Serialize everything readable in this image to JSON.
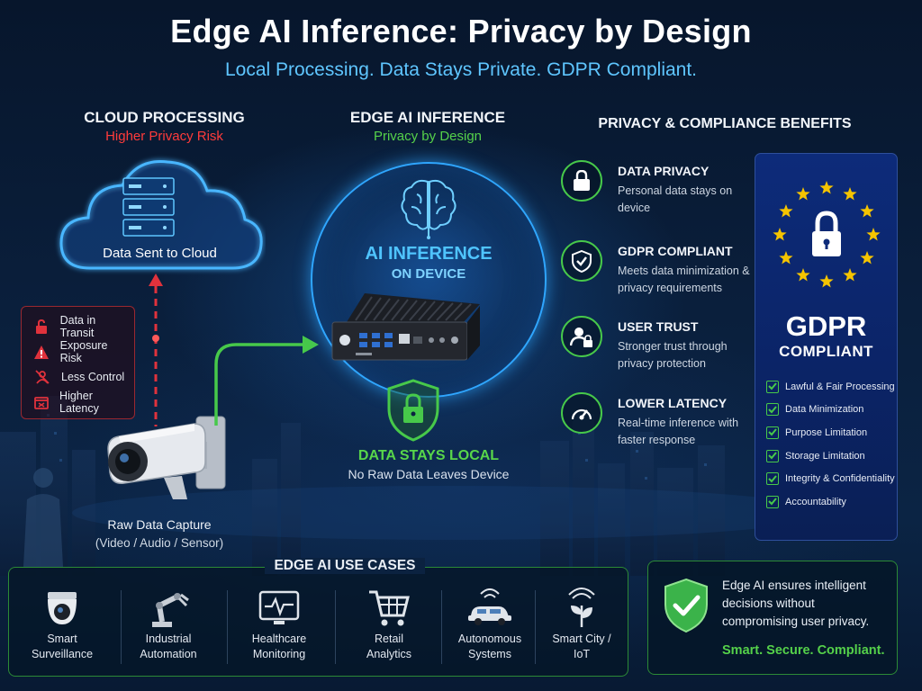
{
  "header": {
    "title": "Edge AI Inference: Privacy by Design",
    "subtitle": "Local Processing. Data Stays Private. GDPR Compliant."
  },
  "cloud": {
    "heading": "CLOUD PROCESSING",
    "subheading": "Higher Privacy Risk",
    "cloud_label": "Data Sent to Cloud",
    "risks": [
      "Data in Transit",
      "Exposure Risk",
      "Less Control",
      "Higher Latency"
    ]
  },
  "edge": {
    "heading": "EDGE AI INFERENCE",
    "subheading": "Privacy by Design",
    "inference_label": "AI INFERENCE",
    "inference_sub": "ON DEVICE",
    "local_heading": "DATA STAYS LOCAL",
    "local_sub": "No Raw Data Leaves Device"
  },
  "capture": {
    "heading": "Raw Data Capture",
    "sub": "(Video / Audio / Sensor)"
  },
  "benefits": {
    "heading": "PRIVACY & COMPLIANCE BENEFITS",
    "items": [
      {
        "title": "DATA PRIVACY",
        "desc": "Personal data stays on device",
        "icon": "lock-icon"
      },
      {
        "title": "GDPR COMPLIANT",
        "desc": "Meets data minimization & privacy requirements",
        "icon": "shield-check-icon"
      },
      {
        "title": "USER TRUST",
        "desc": "Stronger trust through privacy protection",
        "icon": "user-lock-icon"
      },
      {
        "title": "LOWER LATENCY",
        "desc": "Real-time inference with faster response",
        "icon": "speedometer-icon"
      }
    ]
  },
  "gdpr": {
    "big": "GDPR",
    "compliant": "COMPLIANT",
    "principles": [
      "Lawful & Fair Processing",
      "Data Minimization",
      "Purpose Limitation",
      "Storage Limitation",
      "Integrity & Confidentiality",
      "Accountability"
    ]
  },
  "use_cases": {
    "heading": "EDGE AI USE CASES",
    "items": [
      {
        "line1": "Smart",
        "line2": "Surveillance",
        "icon": "dome-camera-icon"
      },
      {
        "line1": "Industrial",
        "line2": "Automation",
        "icon": "robot-arm-icon"
      },
      {
        "line1": "Healthcare",
        "line2": "Monitoring",
        "icon": "heart-monitor-icon"
      },
      {
        "line1": "Retail",
        "line2": "Analytics",
        "icon": "shopping-cart-icon"
      },
      {
        "line1": "Autonomous",
        "line2": "Systems",
        "icon": "car-icon"
      },
      {
        "line1": "Smart City /",
        "line2": "IoT",
        "icon": "iot-plant-icon"
      }
    ]
  },
  "summary": {
    "text": "Edge AI ensures intelligent decisions without compromising user privacy.",
    "tagline": "Smart. Secure. Compliant."
  },
  "colors": {
    "accent_blue": "#2fa6ff",
    "accent_green": "#47c94a",
    "risk_red": "#e0323c",
    "gdpr_blue": "#0d2b7a",
    "star_gold": "#f5c400"
  }
}
